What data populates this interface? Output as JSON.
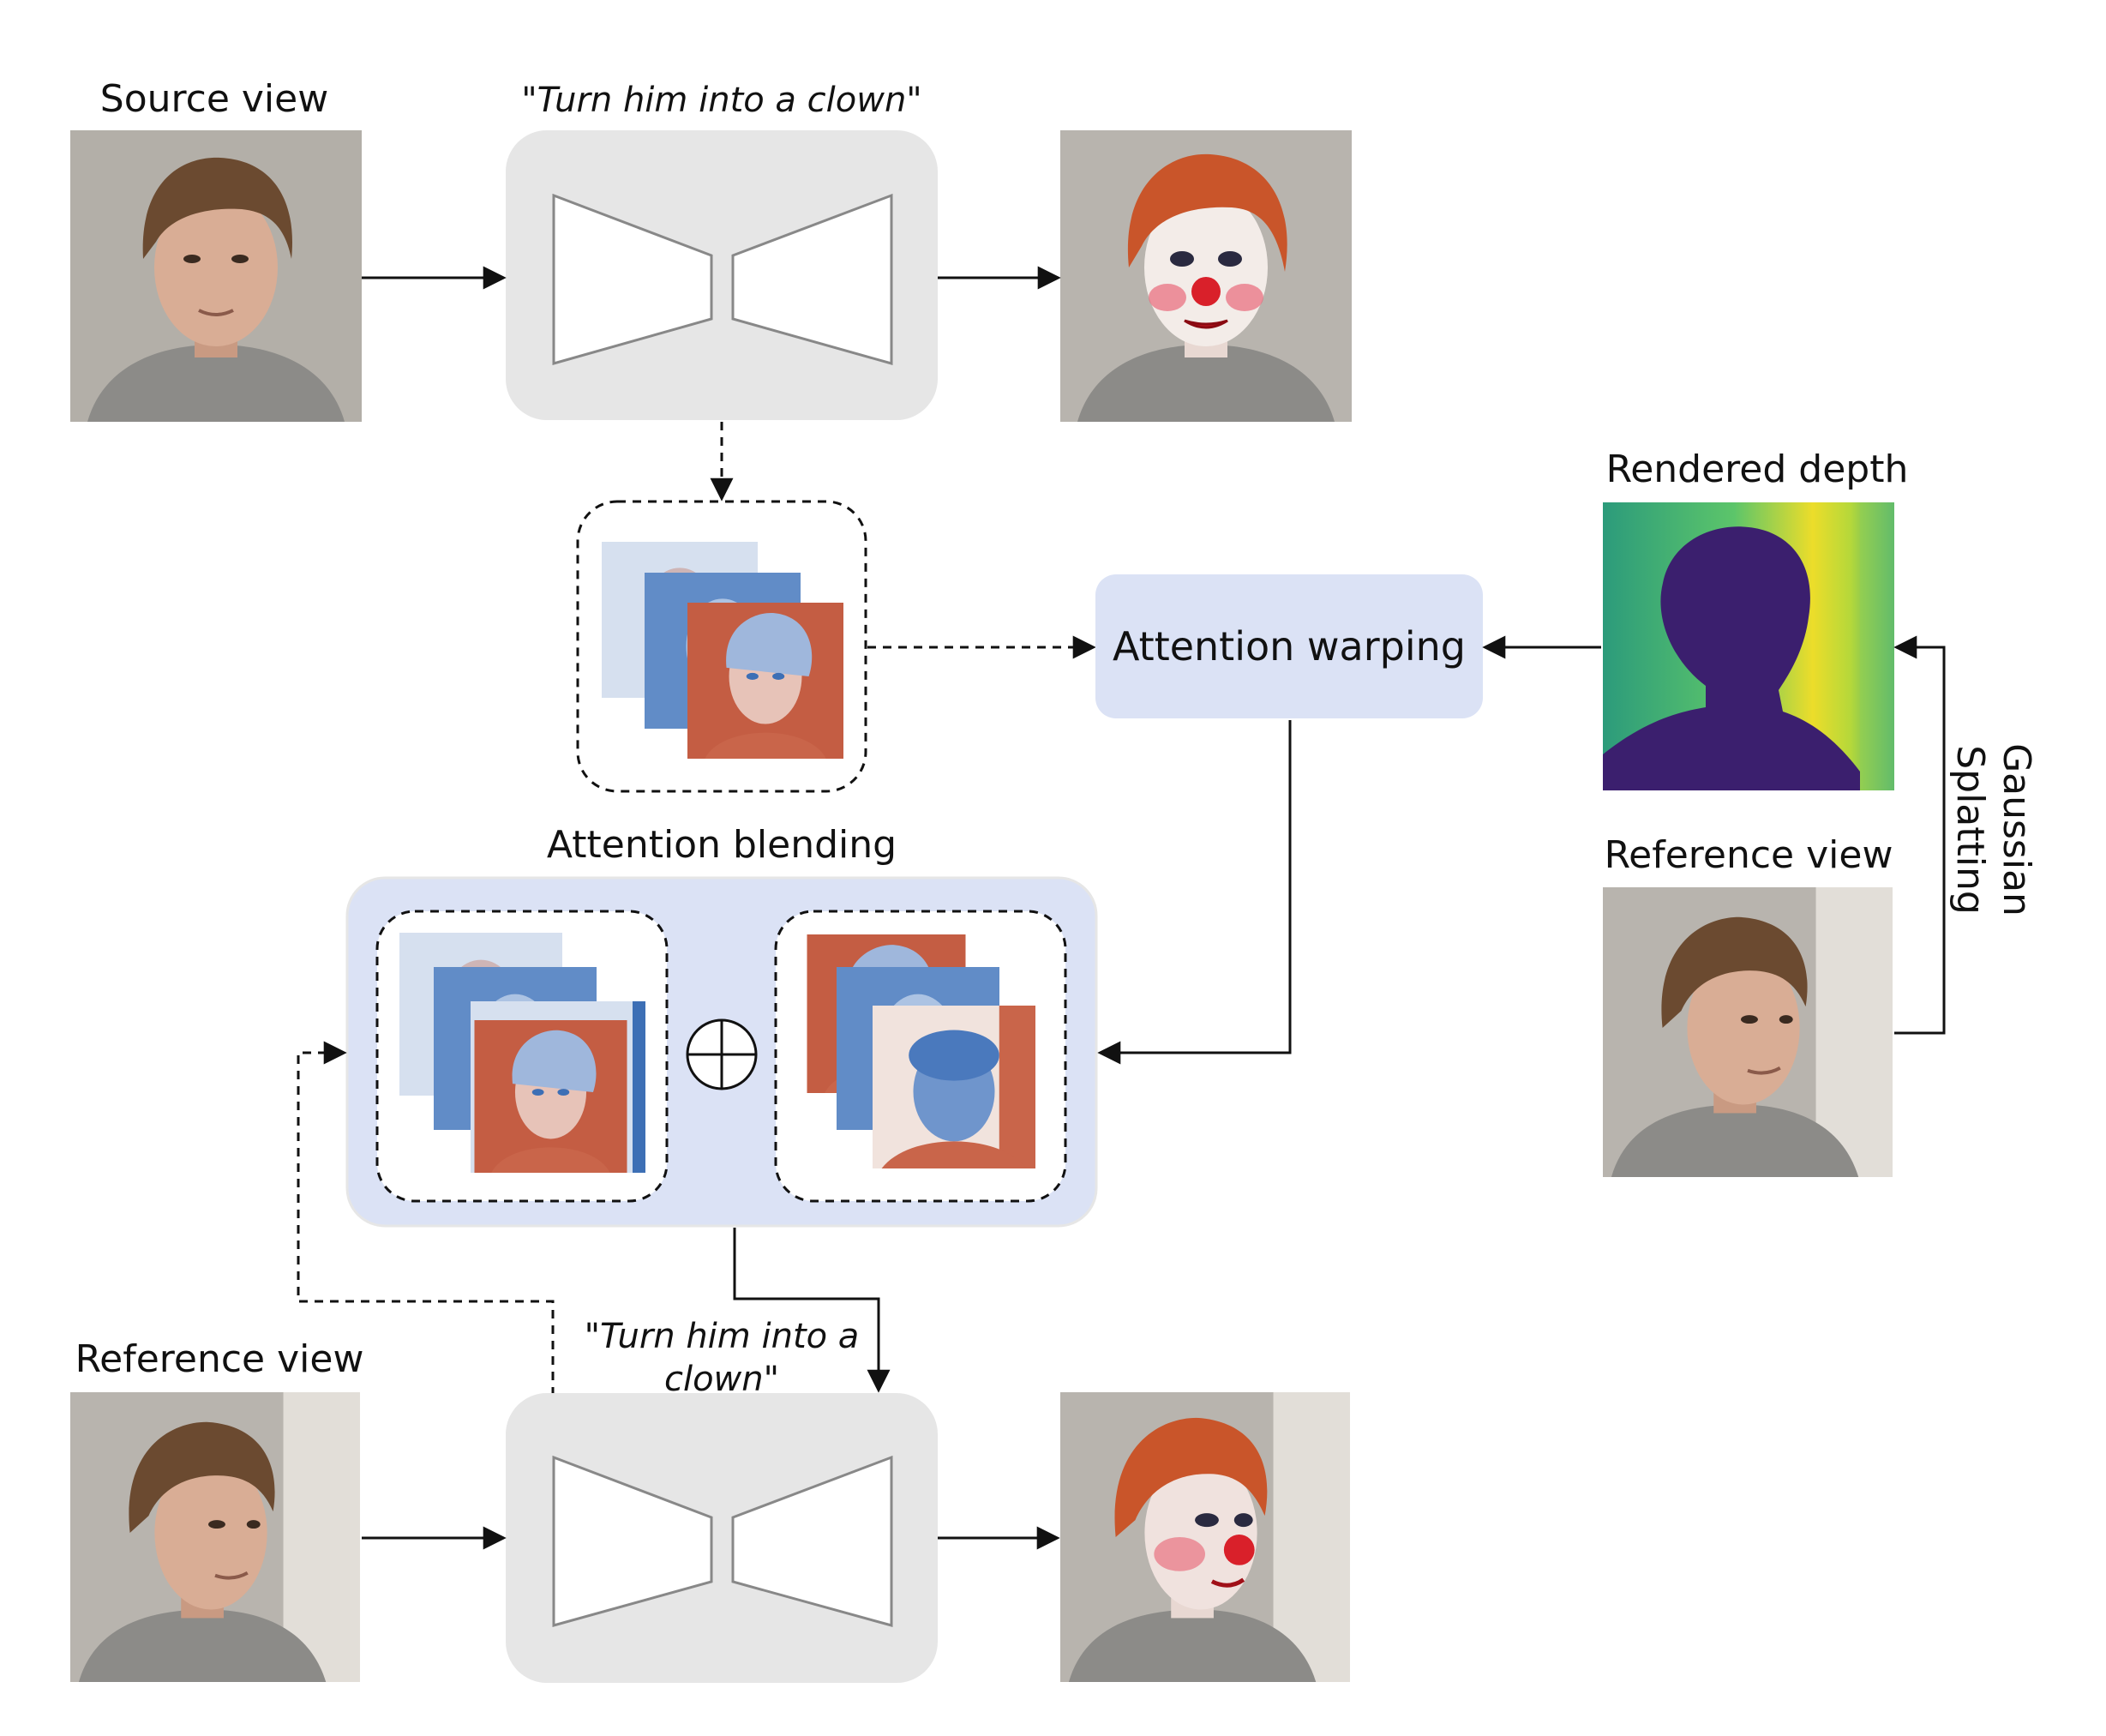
{
  "labels": {
    "source_view": "Source view",
    "prompt_top": "\"Turn him into a clown\"",
    "rendered_depth": "Rendered depth",
    "attention_warping": "Attention warping",
    "attention_blending": "Attention blending",
    "reference_view_right": "Reference view",
    "reference_view_bottom": "Reference view",
    "prompt_bottom_line1": "\"Turn him into a",
    "prompt_bottom_line2": "clown\"",
    "gaussian_line1": "Gaussian",
    "gaussian_line2": "Splatting"
  },
  "colors": {
    "photo_bg": "#b8b4ae",
    "skin": "#d9ad95",
    "hair": "#6b4a30",
    "clown_hair": "#c9552a",
    "clown_face": "#f3ece8",
    "clown_nose": "#d9202a",
    "sweater": "#8c8b88",
    "unet_box": "#e6e6e6",
    "module_blue": "#dbe2f5",
    "attn_red": "#b8462e",
    "attn_blue": "#3d6fb5",
    "depth_dark": "#3b1f6e",
    "depth_green": "#2c9b7b",
    "depth_yellow": "#ecdd2a"
  },
  "icons": [
    "encoder-decoder-icon",
    "oplus-icon",
    "arrow-icon"
  ]
}
